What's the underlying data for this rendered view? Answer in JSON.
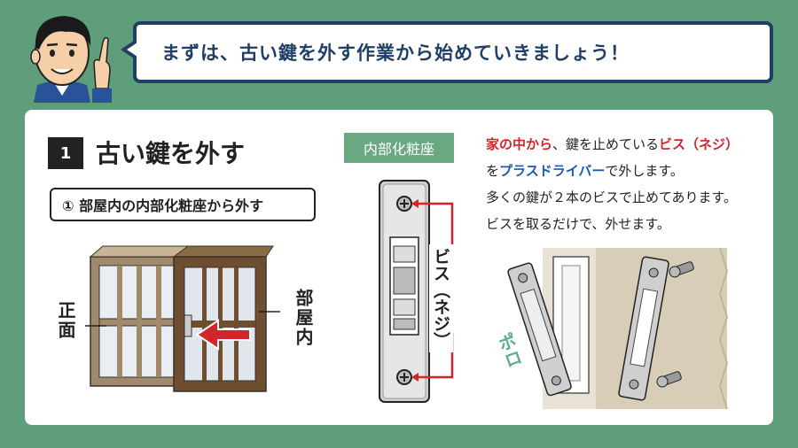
{
  "bubble": {
    "text": "まずは、古い鍵を外す作業から始めていきましょう！"
  },
  "step": {
    "number": "1",
    "title": "古い鍵を外す"
  },
  "substep": {
    "label": "① 部屋内の内部化粧座から外す"
  },
  "window_labels": {
    "front": "正面",
    "inside": "部屋内"
  },
  "part_tag": "内部化粧座",
  "screw_label": "ビス（ネジ）",
  "description": {
    "line1": [
      {
        "text": "家の中から",
        "style": "red"
      },
      {
        "text": "、鍵を止めている",
        "style": "plain"
      },
      {
        "text": "ビス（ネジ）",
        "style": "red"
      }
    ],
    "line2": [
      {
        "text": "を",
        "style": "plain"
      },
      {
        "text": "プラスドライバー",
        "style": "blue"
      },
      {
        "text": "で外します。",
        "style": "plain"
      }
    ],
    "line3": "多くの鍵が２本のビスで止めてあります。",
    "line4": "ビスを取るだけで、外せます。"
  },
  "polo": "ポロ",
  "colors": {
    "background": "#5f9e7a",
    "accent_navy": "#1f3f66",
    "red": "#d3252a",
    "blue": "#2058b0",
    "tag_green": "#6aa882"
  }
}
